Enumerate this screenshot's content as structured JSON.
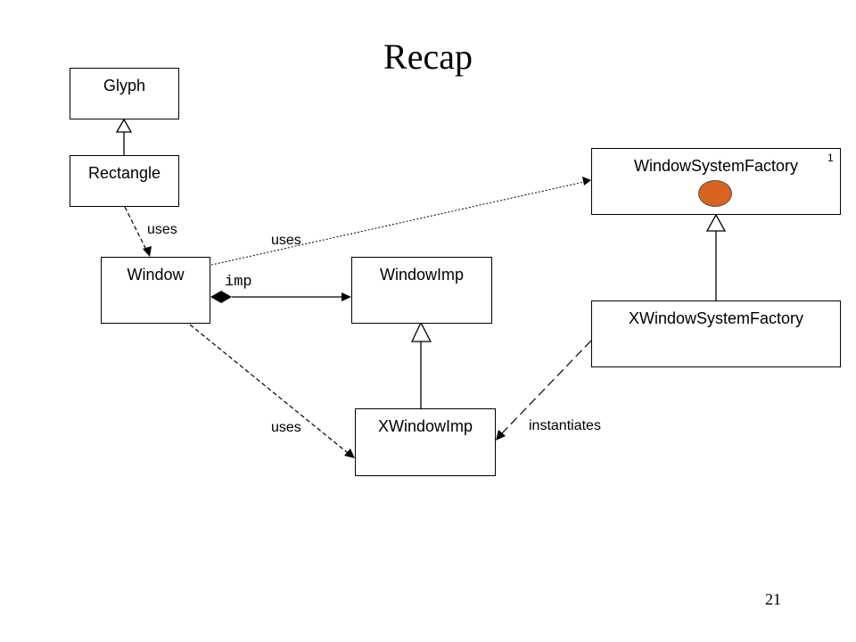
{
  "title": "Recap",
  "classes": {
    "glyph": "Glyph",
    "rectangle": "Rectangle",
    "window": "Window",
    "window_imp": "WindowImp",
    "x_window_imp": "XWindowImp",
    "window_system_factory": "WindowSystemFactory",
    "x_window_system_factory": "XWindowSystemFactory"
  },
  "labels": {
    "rect_uses_window": "uses",
    "window_uses_factory": "uses",
    "window_uses_xwindowimp": "uses",
    "imp_role": "imp",
    "instantiates": "instantiates",
    "factory_multiplicity": "1"
  },
  "page_number": "21",
  "colors": {
    "singleton_marker": "#d9641f"
  }
}
